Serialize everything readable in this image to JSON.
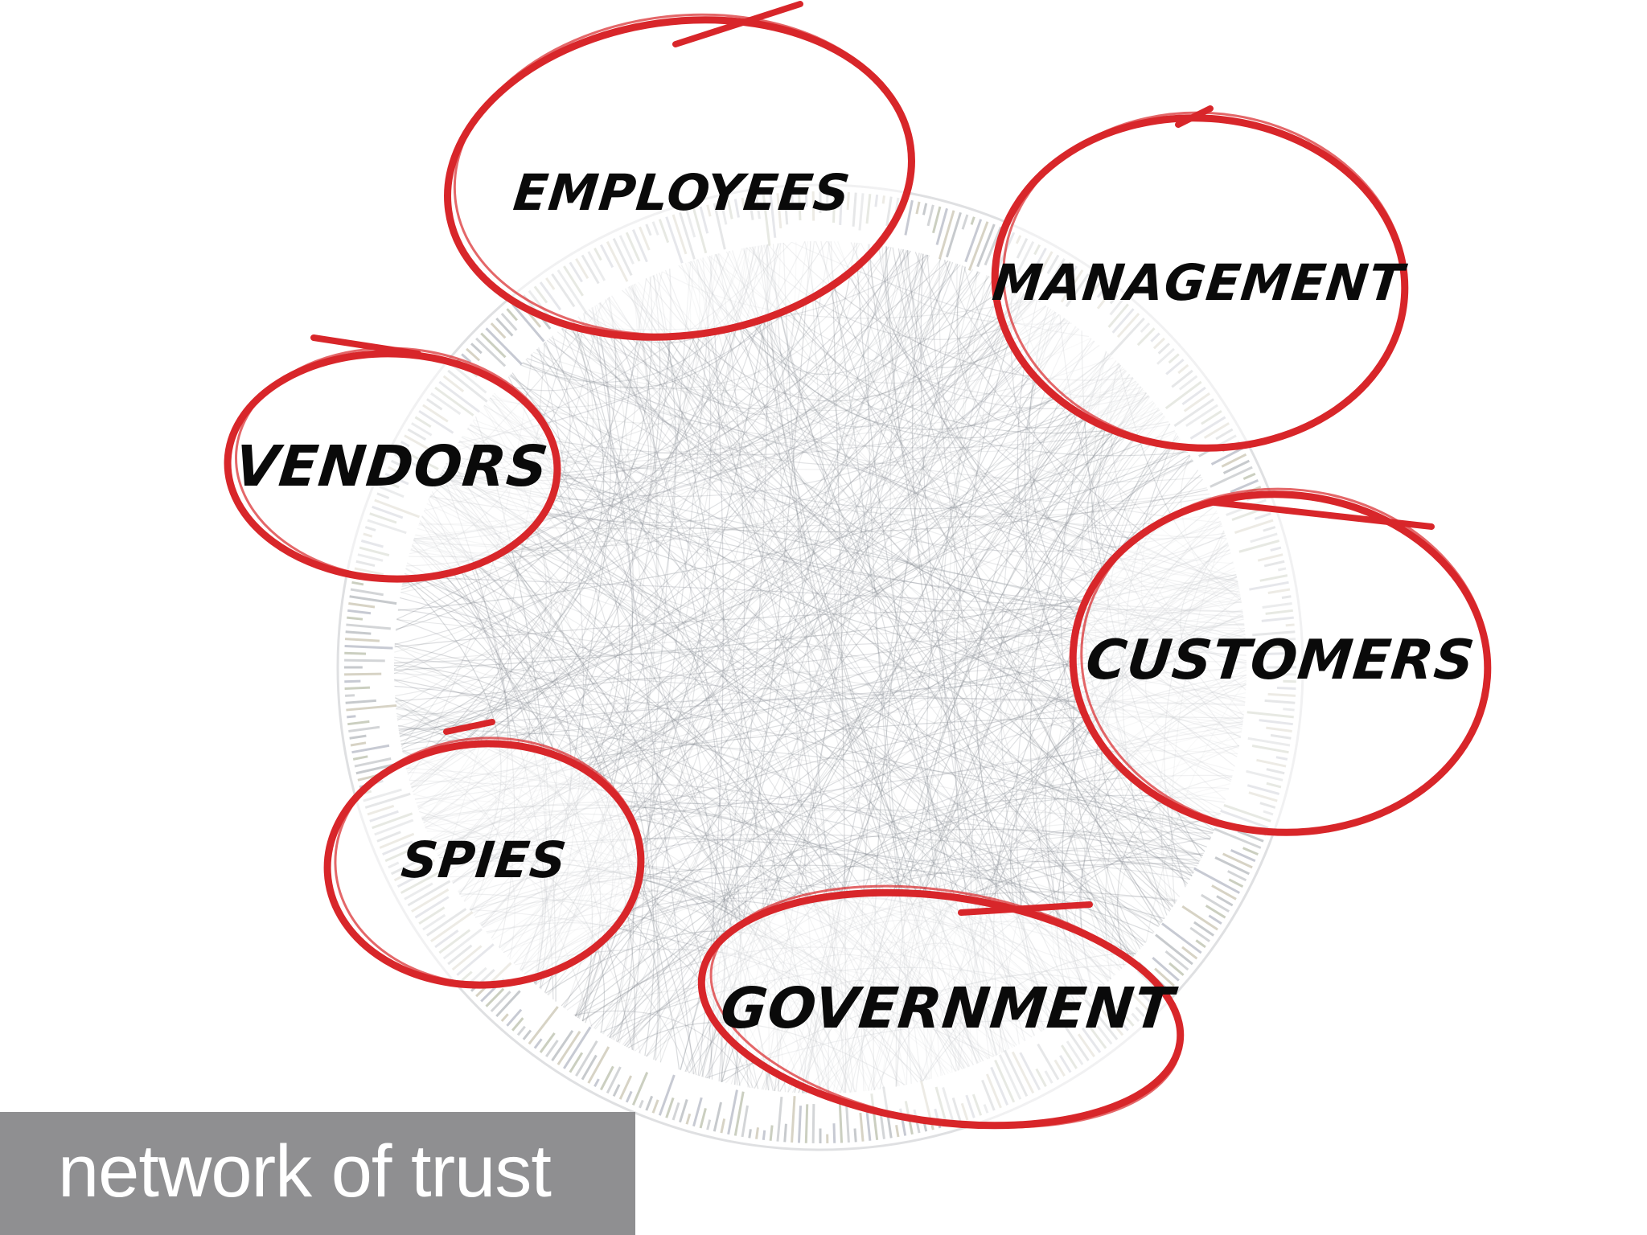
{
  "diagram": {
    "groups": [
      {
        "id": "employees",
        "label": "EMPLOYEES"
      },
      {
        "id": "management",
        "label": "MANAGEMENT"
      },
      {
        "id": "vendors",
        "label": "VENDORS"
      },
      {
        "id": "customers",
        "label": "CUSTOMERS"
      },
      {
        "id": "spies",
        "label": "SPIES"
      },
      {
        "id": "government",
        "label": "GOVERNMENT"
      }
    ],
    "highlight_color": "#d8262a",
    "edge_color": "#8a8f96",
    "label_color": "#0a0a0a"
  },
  "caption": {
    "text": "network of trust",
    "background": "#8f8f91",
    "color": "#ffffff"
  }
}
